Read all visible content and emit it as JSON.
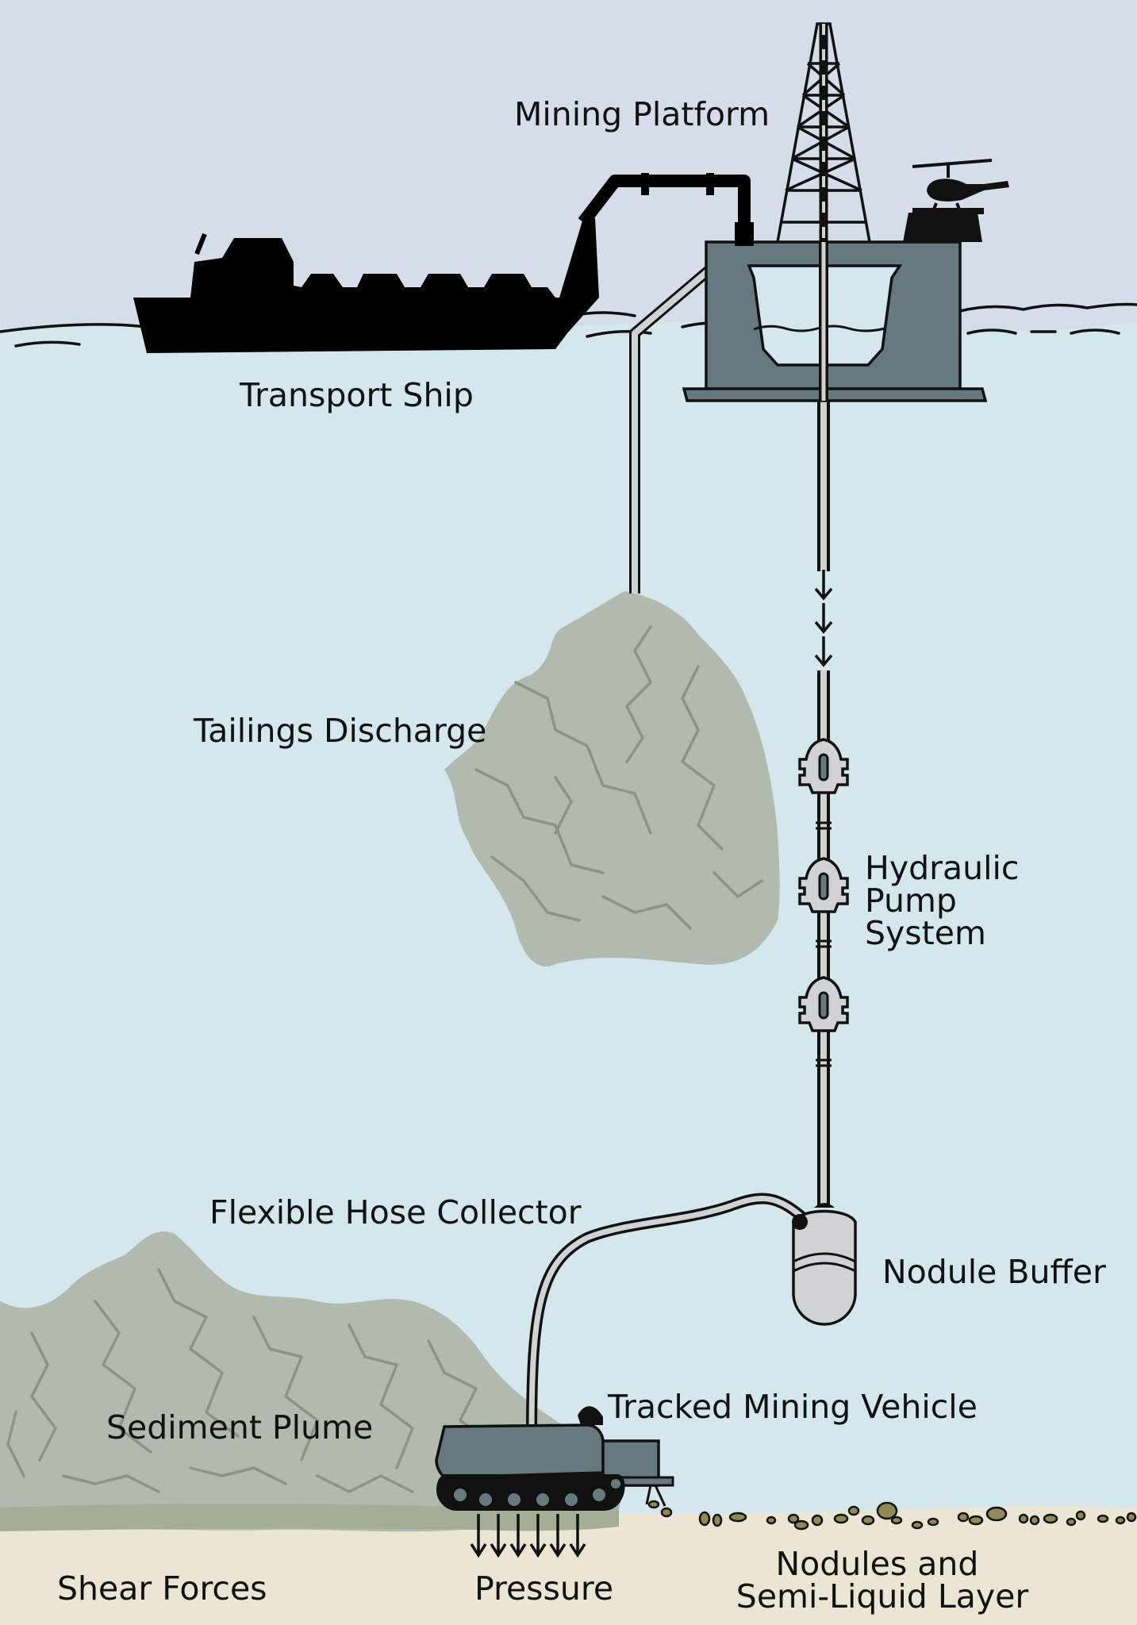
{
  "labels": {
    "mining_platform": "Mining Platform",
    "transport_ship": "Transport Ship",
    "tailings_discharge": "Tailings Discharge",
    "hydraulic_pump_system": [
      "Hydraulic",
      "Pump",
      "System"
    ],
    "flexible_hose_collector": "Flexible Hose Collector",
    "nodule_buffer": "Nodule Buffer",
    "tracked_mining_vehicle": "Tracked Mining Vehicle",
    "sediment_plume": "Sediment Plume",
    "shear_forces": "Shear Forces",
    "pressure": "Pressure",
    "nodules_semi_liquid_layer": [
      "Nodules and",
      "Semi-Liquid Layer"
    ]
  },
  "colors": {
    "sky": "#d4dde8",
    "sea": "#d4e7ec",
    "seabed": "#ebe5d3",
    "plume": "#b2b9ae",
    "platform": "#66797e",
    "ship": "#000000",
    "pipe_fill": "#cfd3d4",
    "nodule": "#8f8a56"
  }
}
